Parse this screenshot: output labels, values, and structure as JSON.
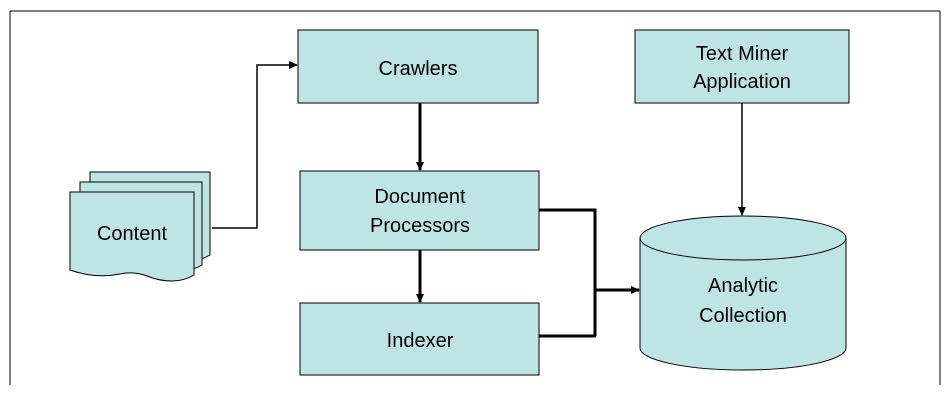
{
  "diagram": {
    "content": "Content",
    "crawlers": "Crawlers",
    "document_processors": [
      "Document",
      "Processors"
    ],
    "indexer": "Indexer",
    "text_miner": [
      "Text Miner",
      "Application"
    ],
    "analytic_collection": [
      "Analytic",
      "Collection"
    ]
  },
  "colors": {
    "box_fill": "#bfe4e4",
    "stroke": "#000000",
    "background": "#ffffff"
  }
}
